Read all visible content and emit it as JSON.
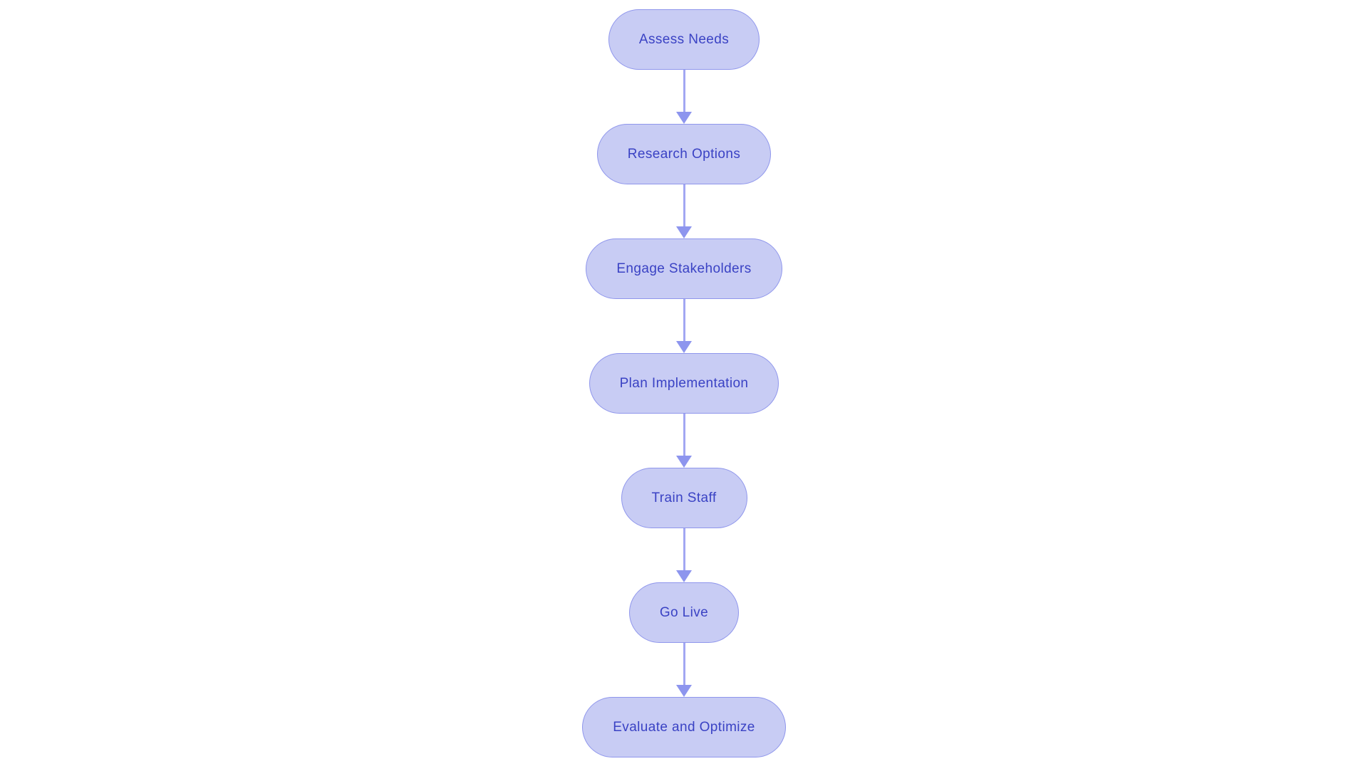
{
  "diagram": {
    "type": "flowchart",
    "direction": "top-to-bottom",
    "background": "#ffffff",
    "nodes": [
      {
        "id": "assess-needs",
        "label": "Assess Needs"
      },
      {
        "id": "research-options",
        "label": "Research Options"
      },
      {
        "id": "engage-stakeholders",
        "label": "Engage Stakeholders"
      },
      {
        "id": "plan-implementation",
        "label": "Plan Implementation"
      },
      {
        "id": "train-staff",
        "label": "Train Staff"
      },
      {
        "id": "go-live",
        "label": "Go Live"
      },
      {
        "id": "evaluate-and-optimize",
        "label": "Evaluate and Optimize"
      }
    ],
    "edges": [
      {
        "from": "assess-needs",
        "to": "research-options"
      },
      {
        "from": "research-options",
        "to": "engage-stakeholders"
      },
      {
        "from": "engage-stakeholders",
        "to": "plan-implementation"
      },
      {
        "from": "plan-implementation",
        "to": "train-staff"
      },
      {
        "from": "train-staff",
        "to": "go-live"
      },
      {
        "from": "go-live",
        "to": "evaluate-and-optimize"
      }
    ],
    "colors": {
      "node_fill": "#c8ccf4",
      "node_border": "#8f96ec",
      "node_text": "#3a42c4",
      "arrow_line": "#a2a7f2",
      "arrow_head": "#8d95ee"
    }
  }
}
